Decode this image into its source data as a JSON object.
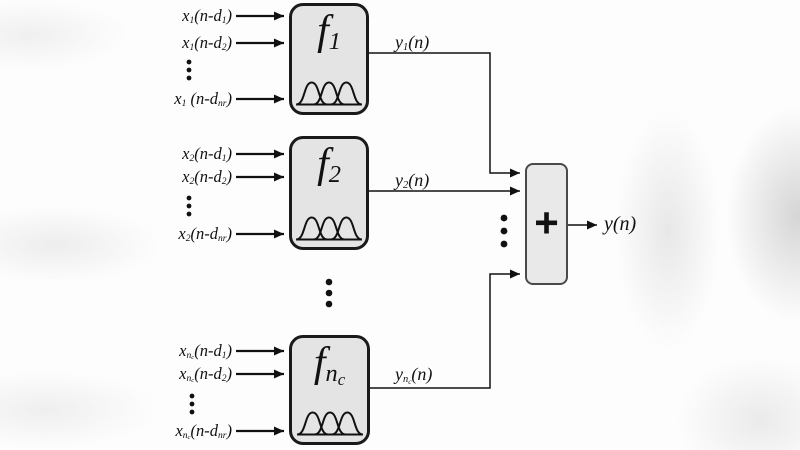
{
  "colors": {
    "block_fill": "#e4e4e4",
    "block_border": "#1a1a1a",
    "sum_fill": "#e9e9e9",
    "sum_border": "#4a4a4a",
    "line": "#111111",
    "text": "#111111"
  },
  "sum": {
    "symbol": "+"
  },
  "final_output": {
    "label": "y(n)"
  },
  "blocks": [
    {
      "label": [
        [
          "f",
          0
        ],
        [
          "1",
          1
        ]
      ],
      "inputs": [
        [
          [
            "x",
            0
          ],
          [
            "1",
            1
          ],
          [
            "(n-d",
            0
          ],
          [
            "1",
            1
          ],
          [
            ")",
            0
          ]
        ],
        [
          [
            "x",
            0
          ],
          [
            "1",
            1
          ],
          [
            "(n-d",
            0
          ],
          [
            "2",
            1
          ],
          [
            ")",
            0
          ]
        ],
        [
          [
            "x",
            0
          ],
          [
            "1",
            1
          ],
          [
            " (n-d",
            0
          ],
          [
            "nr",
            1
          ],
          [
            ")",
            0
          ]
        ]
      ],
      "output": [
        [
          "y",
          0
        ],
        [
          "1",
          1
        ],
        [
          "(n)",
          0
        ]
      ]
    },
    {
      "label": [
        [
          "f",
          0
        ],
        [
          "2",
          1
        ]
      ],
      "inputs": [
        [
          [
            "x",
            0
          ],
          [
            "2",
            1
          ],
          [
            "(n-d",
            0
          ],
          [
            "1",
            1
          ],
          [
            ")",
            0
          ]
        ],
        [
          [
            "x",
            0
          ],
          [
            "2",
            1
          ],
          [
            "(n-d",
            0
          ],
          [
            "2",
            1
          ],
          [
            ")",
            0
          ]
        ],
        [
          [
            "x",
            0
          ],
          [
            "2",
            1
          ],
          [
            "(n-d",
            0
          ],
          [
            "nr",
            1
          ],
          [
            ")",
            0
          ]
        ]
      ],
      "output": [
        [
          "y",
          0
        ],
        [
          "2",
          1
        ],
        [
          "(n)",
          0
        ]
      ]
    },
    {
      "label": [
        [
          "f",
          0
        ],
        [
          "n",
          1
        ],
        [
          "c",
          2
        ]
      ],
      "inputs": [
        [
          [
            "x",
            0
          ],
          [
            "n",
            1
          ],
          [
            "c",
            2
          ],
          [
            "(n-d",
            0
          ],
          [
            "1",
            1
          ],
          [
            ")",
            0
          ]
        ],
        [
          [
            "x",
            0
          ],
          [
            "n",
            1
          ],
          [
            "c",
            2
          ],
          [
            "(n-d",
            0
          ],
          [
            "2",
            1
          ],
          [
            ")",
            0
          ]
        ],
        [
          [
            "x",
            0
          ],
          [
            "n",
            1
          ],
          [
            "c",
            2
          ],
          [
            "(n-d",
            0
          ],
          [
            "nr",
            1
          ],
          [
            ")",
            0
          ]
        ]
      ],
      "output": [
        [
          "y",
          0
        ],
        [
          "n",
          1
        ],
        [
          "c",
          2
        ],
        [
          "(n)",
          0
        ]
      ]
    }
  ]
}
